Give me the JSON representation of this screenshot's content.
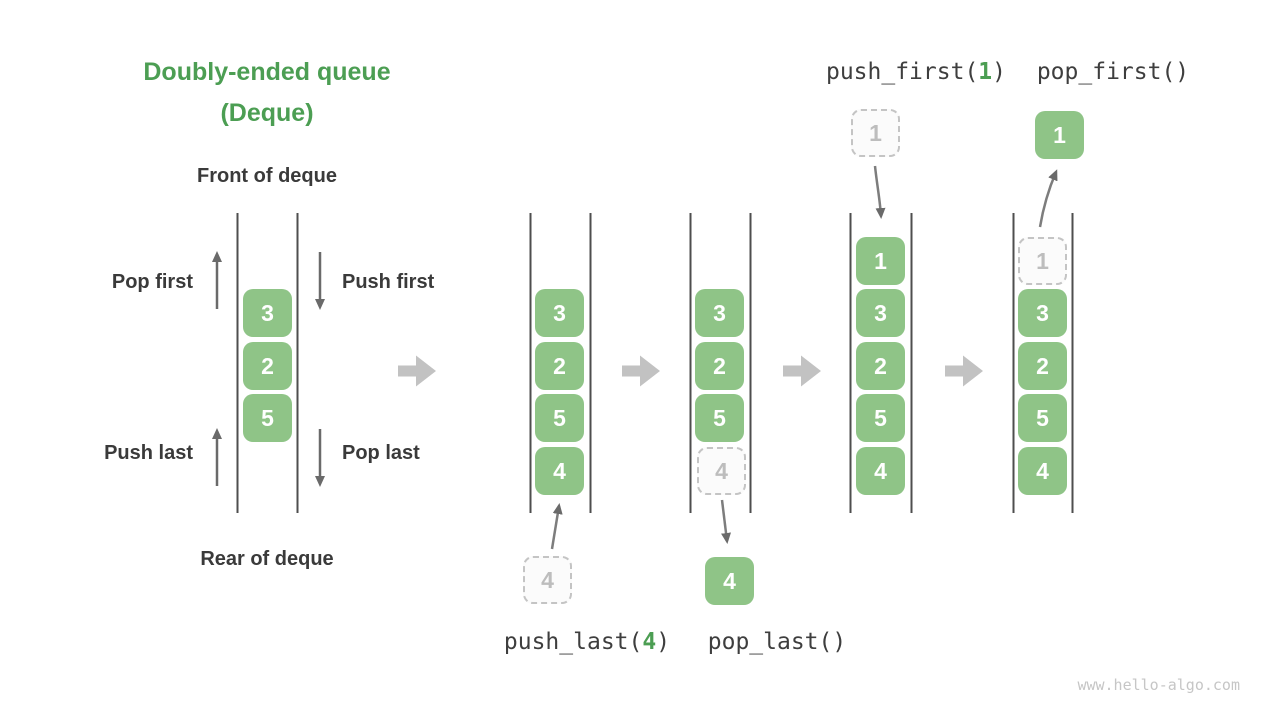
{
  "title": {
    "line1": "Doubly-ended queue",
    "line2": "(Deque)"
  },
  "structure_labels": {
    "front": "Front of deque",
    "rear": "Rear of deque"
  },
  "operation_labels": {
    "pop_first": "Pop first",
    "push_first": "Push first",
    "push_last": "Push last",
    "pop_last": "Pop last"
  },
  "code_labels": {
    "push_last": {
      "prefix": "push_last(",
      "arg": "4",
      "suffix": ")"
    },
    "pop_last": {
      "text": "pop_last()"
    },
    "push_first": {
      "prefix": "push_first(",
      "arg": "1",
      "suffix": ")"
    },
    "pop_first": {
      "text": "pop_first()"
    }
  },
  "states": [
    {
      "name": "initial-deque",
      "cells": [
        {
          "value": "3",
          "variant": "solid"
        },
        {
          "value": "2",
          "variant": "solid"
        },
        {
          "value": "5",
          "variant": "solid"
        }
      ]
    },
    {
      "name": "after-push-last",
      "cells": [
        {
          "value": "3",
          "variant": "solid"
        },
        {
          "value": "2",
          "variant": "solid"
        },
        {
          "value": "5",
          "variant": "solid"
        },
        {
          "value": "4",
          "variant": "solid"
        }
      ],
      "incoming": {
        "value": "4",
        "variant": "dashed",
        "position": "below"
      }
    },
    {
      "name": "after-pop-last",
      "cells": [
        {
          "value": "3",
          "variant": "solid"
        },
        {
          "value": "2",
          "variant": "solid"
        },
        {
          "value": "5",
          "variant": "solid"
        },
        {
          "value": "4",
          "variant": "dashed"
        }
      ],
      "outgoing": {
        "value": "4",
        "variant": "solid",
        "position": "below"
      }
    },
    {
      "name": "after-push-first",
      "cells": [
        {
          "value": "1",
          "variant": "solid"
        },
        {
          "value": "3",
          "variant": "solid"
        },
        {
          "value": "2",
          "variant": "solid"
        },
        {
          "value": "5",
          "variant": "solid"
        },
        {
          "value": "4",
          "variant": "solid"
        }
      ],
      "incoming": {
        "value": "1",
        "variant": "dashed",
        "position": "above"
      }
    },
    {
      "name": "after-pop-first",
      "cells": [
        {
          "value": "1",
          "variant": "dashed"
        },
        {
          "value": "3",
          "variant": "solid"
        },
        {
          "value": "2",
          "variant": "solid"
        },
        {
          "value": "5",
          "variant": "solid"
        },
        {
          "value": "4",
          "variant": "solid"
        }
      ],
      "outgoing": {
        "value": "1",
        "variant": "solid",
        "position": "above"
      }
    }
  ],
  "watermark": "www.hello-algo.com",
  "colors": {
    "accent_green": "#4C9E53",
    "box_green": "#8FC487",
    "dashed_border": "#C4C4C4",
    "dashed_text": "#BDBDBD",
    "dark_text": "#3A3A3A",
    "code_text": "#3E3E3E",
    "rail": "#4E4E4E",
    "small_arrow": "#6A6A6A",
    "big_arrow": "#C2C2C2",
    "watermark_text": "#C6C6C6"
  }
}
